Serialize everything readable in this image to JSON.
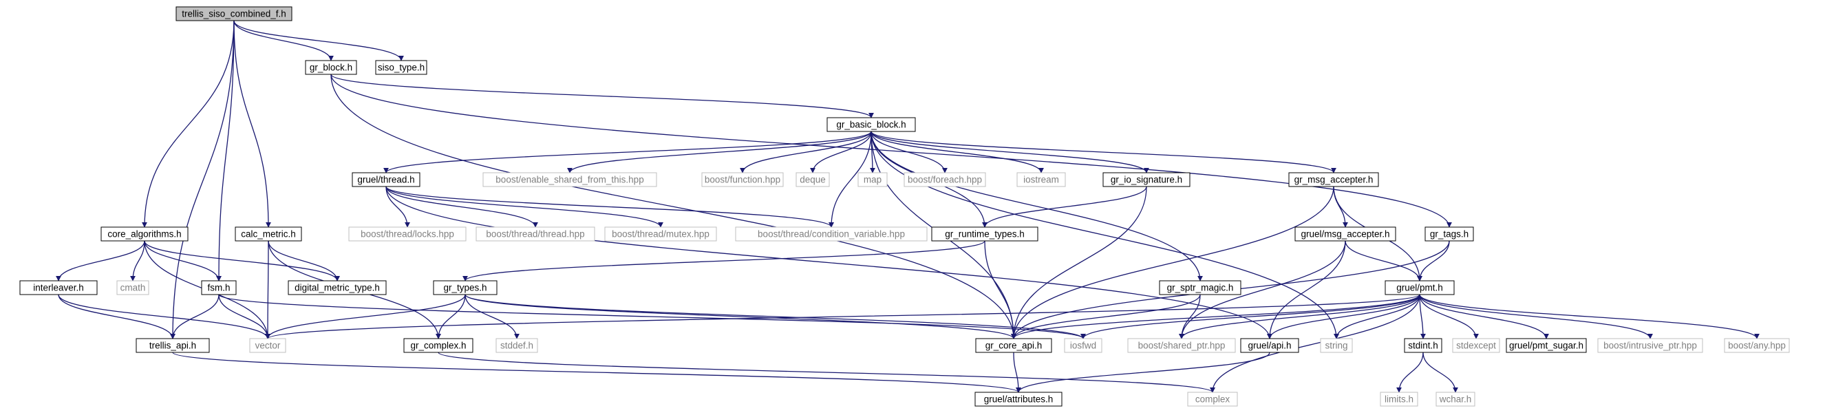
{
  "diagram": {
    "nodes": [
      {
        "id": "n0",
        "label": "trellis_siso_combined_f.h",
        "style": "root"
      },
      {
        "id": "n1",
        "label": "gr_block.h",
        "style": "normal"
      },
      {
        "id": "n2",
        "label": "siso_type.h",
        "style": "normal"
      },
      {
        "id": "n3",
        "label": "gr_basic_block.h",
        "style": "normal"
      },
      {
        "id": "n4",
        "label": "gruel/thread.h",
        "style": "normal"
      },
      {
        "id": "n5",
        "label": "boost/enable_shared_from_this.hpp",
        "style": "external"
      },
      {
        "id": "n6",
        "label": "boost/function.hpp",
        "style": "external"
      },
      {
        "id": "n7",
        "label": "deque",
        "style": "external"
      },
      {
        "id": "n8",
        "label": "map",
        "style": "external"
      },
      {
        "id": "n9",
        "label": "boost/foreach.hpp",
        "style": "external"
      },
      {
        "id": "n10",
        "label": "iostream",
        "style": "external"
      },
      {
        "id": "n11",
        "label": "gr_io_signature.h",
        "style": "normal"
      },
      {
        "id": "n12",
        "label": "gr_msg_accepter.h",
        "style": "normal"
      },
      {
        "id": "n13",
        "label": "core_algorithms.h",
        "style": "normal"
      },
      {
        "id": "n14",
        "label": "calc_metric.h",
        "style": "normal"
      },
      {
        "id": "n15",
        "label": "boost/thread/locks.hpp",
        "style": "external"
      },
      {
        "id": "n16",
        "label": "boost/thread/thread.hpp",
        "style": "external"
      },
      {
        "id": "n17",
        "label": "boost/thread/mutex.hpp",
        "style": "external"
      },
      {
        "id": "n18",
        "label": "boost/thread/condition_variable.hpp",
        "style": "external"
      },
      {
        "id": "n19",
        "label": "gr_runtime_types.h",
        "style": "normal"
      },
      {
        "id": "n20",
        "label": "gruel/msg_accepter.h",
        "style": "normal"
      },
      {
        "id": "n21",
        "label": "gr_tags.h",
        "style": "normal"
      },
      {
        "id": "n22",
        "label": "interleaver.h",
        "style": "normal"
      },
      {
        "id": "n23",
        "label": "cmath",
        "style": "external"
      },
      {
        "id": "n24",
        "label": "fsm.h",
        "style": "normal"
      },
      {
        "id": "n25",
        "label": "digital_metric_type.h",
        "style": "normal"
      },
      {
        "id": "n26",
        "label": "gr_types.h",
        "style": "normal"
      },
      {
        "id": "n27",
        "label": "gr_sptr_magic.h",
        "style": "normal"
      },
      {
        "id": "n28",
        "label": "gruel/pmt.h",
        "style": "normal"
      },
      {
        "id": "n29",
        "label": "trellis_api.h",
        "style": "normal"
      },
      {
        "id": "n30",
        "label": "vector",
        "style": "external"
      },
      {
        "id": "n31",
        "label": "gr_complex.h",
        "style": "normal"
      },
      {
        "id": "n32",
        "label": "stddef.h",
        "style": "external"
      },
      {
        "id": "n33",
        "label": "gr_core_api.h",
        "style": "normal"
      },
      {
        "id": "n34",
        "label": "iosfwd",
        "style": "external"
      },
      {
        "id": "n35",
        "label": "boost/shared_ptr.hpp",
        "style": "external"
      },
      {
        "id": "n36",
        "label": "gruel/api.h",
        "style": "normal"
      },
      {
        "id": "n37",
        "label": "string",
        "style": "external"
      },
      {
        "id": "n38",
        "label": "stdint.h",
        "style": "normal"
      },
      {
        "id": "n39",
        "label": "stdexcept",
        "style": "external"
      },
      {
        "id": "n40",
        "label": "gruel/pmt_sugar.h",
        "style": "normal"
      },
      {
        "id": "n41",
        "label": "boost/intrusive_ptr.hpp",
        "style": "external"
      },
      {
        "id": "n42",
        "label": "boost/any.hpp",
        "style": "external"
      },
      {
        "id": "n43",
        "label": "gruel/attributes.h",
        "style": "normal"
      },
      {
        "id": "n44",
        "label": "complex",
        "style": "external"
      },
      {
        "id": "n45",
        "label": "limits.h",
        "style": "external"
      },
      {
        "id": "n46",
        "label": "wchar.h",
        "style": "external"
      }
    ],
    "edges": [
      [
        "n0",
        "n1"
      ],
      [
        "n0",
        "n2"
      ],
      [
        "n0",
        "n13"
      ],
      [
        "n0",
        "n14"
      ],
      [
        "n0",
        "n24"
      ],
      [
        "n0",
        "n29"
      ],
      [
        "n1",
        "n3"
      ],
      [
        "n1",
        "n21"
      ],
      [
        "n1",
        "n33"
      ],
      [
        "n3",
        "n4"
      ],
      [
        "n3",
        "n5"
      ],
      [
        "n3",
        "n6"
      ],
      [
        "n3",
        "n7"
      ],
      [
        "n3",
        "n8"
      ],
      [
        "n3",
        "n9"
      ],
      [
        "n3",
        "n10"
      ],
      [
        "n3",
        "n11"
      ],
      [
        "n3",
        "n12"
      ],
      [
        "n3",
        "n27"
      ],
      [
        "n3",
        "n33"
      ],
      [
        "n3",
        "n18"
      ],
      [
        "n3",
        "n19"
      ],
      [
        "n3",
        "n37"
      ],
      [
        "n4",
        "n15"
      ],
      [
        "n4",
        "n16"
      ],
      [
        "n4",
        "n17"
      ],
      [
        "n4",
        "n18"
      ],
      [
        "n4",
        "n36"
      ],
      [
        "n11",
        "n19"
      ],
      [
        "n11",
        "n33"
      ],
      [
        "n12",
        "n20"
      ],
      [
        "n12",
        "n28"
      ],
      [
        "n12",
        "n33"
      ],
      [
        "n13",
        "n22"
      ],
      [
        "n13",
        "n23"
      ],
      [
        "n13",
        "n24"
      ],
      [
        "n13",
        "n25"
      ],
      [
        "n13",
        "n30"
      ],
      [
        "n14",
        "n25"
      ],
      [
        "n14",
        "n30"
      ],
      [
        "n14",
        "n31"
      ],
      [
        "n19",
        "n26"
      ],
      [
        "n19",
        "n33"
      ],
      [
        "n20",
        "n28"
      ],
      [
        "n20",
        "n35"
      ],
      [
        "n20",
        "n36"
      ],
      [
        "n21",
        "n28"
      ],
      [
        "n21",
        "n33"
      ],
      [
        "n22",
        "n29"
      ],
      [
        "n22",
        "n30"
      ],
      [
        "n24",
        "n29"
      ],
      [
        "n24",
        "n30"
      ],
      [
        "n24",
        "n34"
      ],
      [
        "n26",
        "n30"
      ],
      [
        "n26",
        "n31"
      ],
      [
        "n26",
        "n32"
      ],
      [
        "n26",
        "n33"
      ],
      [
        "n26",
        "n34"
      ],
      [
        "n27",
        "n33"
      ],
      [
        "n27",
        "n35"
      ],
      [
        "n28",
        "n30"
      ],
      [
        "n28",
        "n33"
      ],
      [
        "n28",
        "n34"
      ],
      [
        "n28",
        "n35"
      ],
      [
        "n28",
        "n36"
      ],
      [
        "n28",
        "n37"
      ],
      [
        "n28",
        "n38"
      ],
      [
        "n28",
        "n39"
      ],
      [
        "n28",
        "n40"
      ],
      [
        "n28",
        "n41"
      ],
      [
        "n28",
        "n42"
      ],
      [
        "n28",
        "n44"
      ],
      [
        "n29",
        "n43"
      ],
      [
        "n31",
        "n44"
      ],
      [
        "n33",
        "n43"
      ],
      [
        "n36",
        "n43"
      ],
      [
        "n38",
        "n45"
      ],
      [
        "n38",
        "n46"
      ]
    ]
  },
  "colors": {
    "edge": "#191970",
    "node_border": "#000000",
    "external_border": "#bfbfbf",
    "external_text": "#808080",
    "root_fill": "#bfbfbf",
    "node_fill": "#ffffff"
  }
}
